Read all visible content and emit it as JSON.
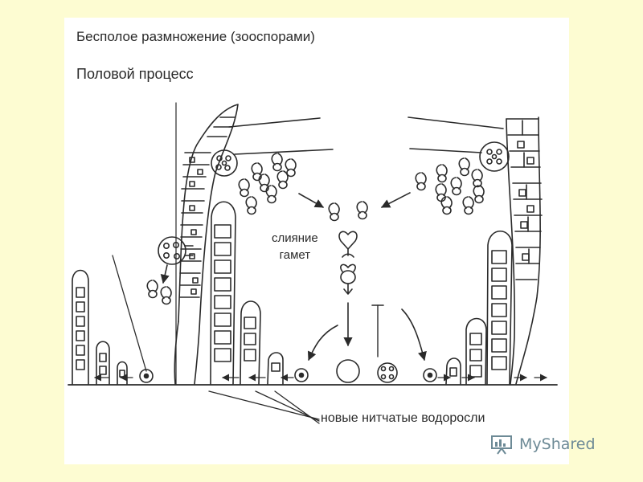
{
  "diagram": {
    "title_asexual": "Бесполое размножение (зооспорами)",
    "title_sexual": "Половой процесс",
    "label_fusion_line1": "слияние",
    "label_fusion_line2": "гамет",
    "label_new_algae": "новые нитчатые водоросли"
  },
  "watermark": {
    "text": "MyShared",
    "icon": "presentation-board-icon"
  },
  "colors": {
    "page_background": "#fdfcd2",
    "panel_background": "#ffffff",
    "ink": "#2a2a2a",
    "watermark": "#6d8a96"
  }
}
